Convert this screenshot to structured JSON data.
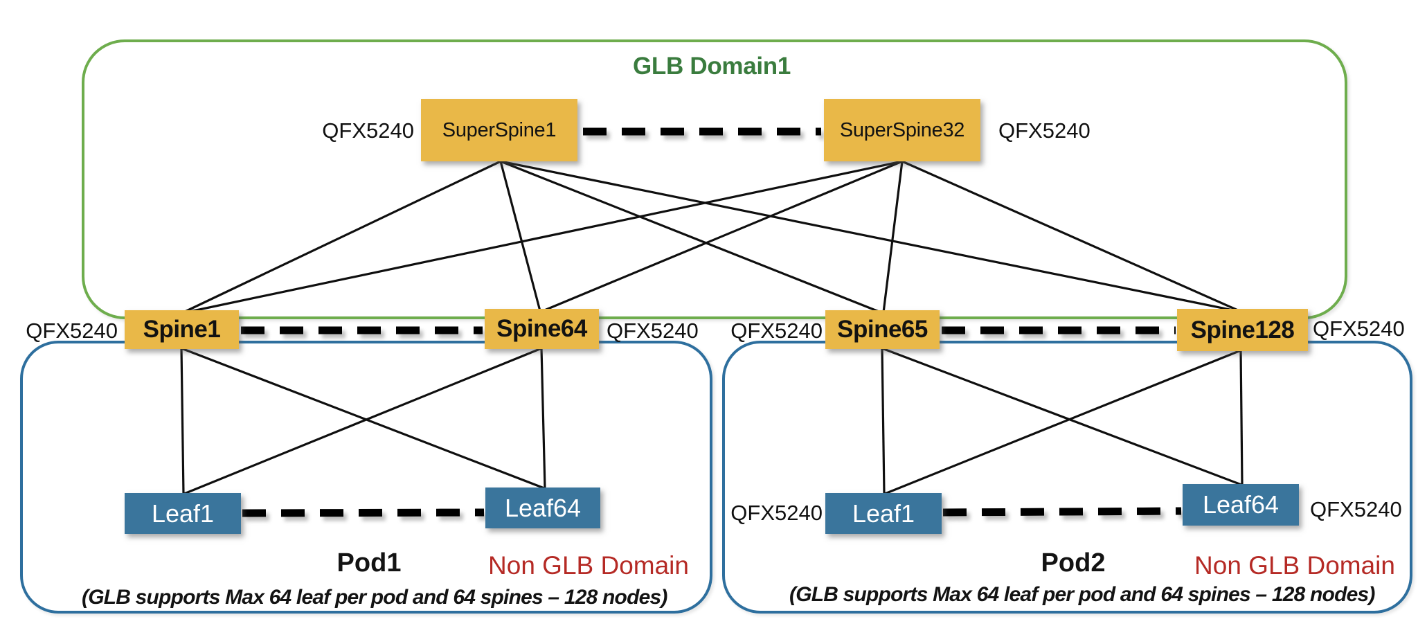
{
  "diagram_type": "network-topology",
  "glb_domain": {
    "title": "GLB Domain1",
    "title_color": "#3a7c3e",
    "border_color": "#6ead4d"
  },
  "device_model_label": "QFX5240",
  "colors": {
    "node_orange": "#e9b848",
    "node_blue": "#3a759c",
    "pod_border_blue": "#2e6f9e",
    "glb_border_green": "#6ead4d",
    "non_glb_red": "#b52a25",
    "link_black": "#0f0f0f"
  },
  "nodes": {
    "superspine1": {
      "label": "SuperSpine1",
      "type": "superspine",
      "model": "QFX5240"
    },
    "superspine32": {
      "label": "SuperSpine32",
      "type": "superspine",
      "model": "QFX5240"
    },
    "spine1": {
      "label": "Spine1",
      "type": "spine",
      "model": "QFX5240"
    },
    "spine64": {
      "label": "Spine64",
      "type": "spine",
      "model": "QFX5240"
    },
    "spine65": {
      "label": "Spine65",
      "type": "spine",
      "model": "QFX5240"
    },
    "spine128": {
      "label": "Spine128",
      "type": "spine",
      "model": "QFX5240"
    },
    "leaf1_pod1": {
      "label": "Leaf1",
      "type": "leaf"
    },
    "leaf64_pod1": {
      "label": "Leaf64",
      "type": "leaf"
    },
    "leaf1_pod2": {
      "label": "Leaf1",
      "type": "leaf",
      "model": "QFX5240"
    },
    "leaf64_pod2": {
      "label": "Leaf64",
      "type": "leaf",
      "model": "QFX5240"
    }
  },
  "pods": {
    "pod1": {
      "name": "Pod1",
      "domain_label": "Non GLB Domain",
      "caption": "(GLB supports Max 64 leaf per pod and 64 spines – 128 nodes)"
    },
    "pod2": {
      "name": "Pod2",
      "domain_label": "Non GLB Domain",
      "caption": "(GLB supports Max 64 leaf per pod and 64 spines – 128 nodes)"
    }
  },
  "links": {
    "solid": [
      [
        "SuperSpine1",
        "Spine1"
      ],
      [
        "SuperSpine1",
        "Spine64"
      ],
      [
        "SuperSpine1",
        "Spine65"
      ],
      [
        "SuperSpine1",
        "Spine128"
      ],
      [
        "SuperSpine32",
        "Spine1"
      ],
      [
        "SuperSpine32",
        "Spine64"
      ],
      [
        "SuperSpine32",
        "Spine65"
      ],
      [
        "SuperSpine32",
        "Spine128"
      ],
      [
        "Spine1",
        "Pod1.Leaf1"
      ],
      [
        "Spine1",
        "Pod1.Leaf64"
      ],
      [
        "Spine64",
        "Pod1.Leaf1"
      ],
      [
        "Spine64",
        "Pod1.Leaf64"
      ],
      [
        "Spine65",
        "Pod2.Leaf1"
      ],
      [
        "Spine65",
        "Pod2.Leaf64"
      ],
      [
        "Spine128",
        "Pod2.Leaf1"
      ],
      [
        "Spine128",
        "Pod2.Leaf64"
      ]
    ],
    "dashed_peer": [
      [
        "SuperSpine1",
        "SuperSpine32"
      ],
      [
        "Spine1",
        "Spine64"
      ],
      [
        "Spine65",
        "Spine128"
      ],
      [
        "Pod1.Leaf1",
        "Pod1.Leaf64"
      ],
      [
        "Pod2.Leaf1",
        "Pod2.Leaf64"
      ]
    ]
  }
}
